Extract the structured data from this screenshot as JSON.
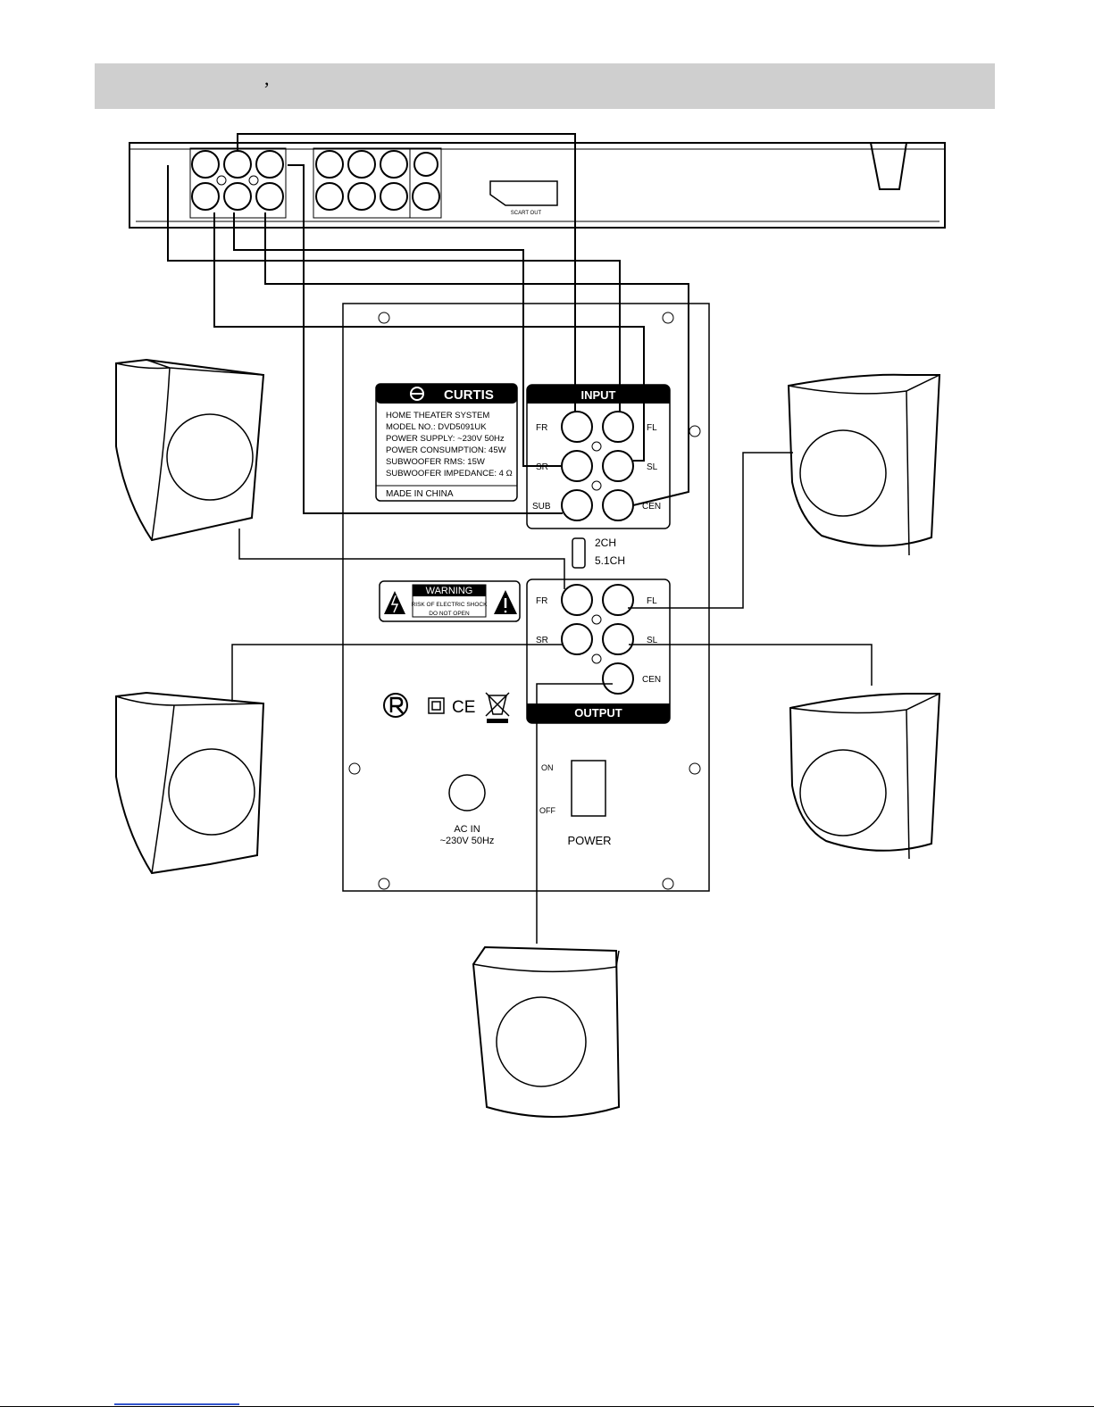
{
  "header": {
    "mark": ","
  },
  "dvd_player": {
    "scart_label": "SCART OUT"
  },
  "rating_label": {
    "brand": "CURTIS",
    "lines": [
      "HOME THEATER SYSTEM",
      "MODEL NO.: DVD5091UK",
      "POWER SUPPLY: ~230V 50Hz",
      "POWER CONSUMPTION: 45W",
      "SUBWOOFER RMS: 15W",
      "SUBWOOFER IMPEDANCE: 4 Ω"
    ],
    "origin": "MADE IN CHINA"
  },
  "input_panel": {
    "title": "INPUT",
    "labels": {
      "fr": "FR",
      "fl": "FL",
      "sr": "SR",
      "sl": "SL",
      "sub": "SUB",
      "cen": "CEN"
    }
  },
  "mode_switch": {
    "option_a": "2CH",
    "option_b": "5.1CH"
  },
  "warning": {
    "title": "WARNING",
    "line1": "RISK OF ELECTRIC SHOCK",
    "line2": "DO NOT OPEN"
  },
  "output_panel": {
    "title": "OUTPUT",
    "labels": {
      "fr": "FR",
      "fl": "FL",
      "sr": "SR",
      "sl": "SL",
      "cen": "CEN"
    }
  },
  "certifications": {
    "ce": "CE"
  },
  "power": {
    "ac_label": "AC  IN",
    "ac_spec": "~230V 50Hz",
    "on": "ON",
    "off": "OFF",
    "switch_label": "POWER"
  },
  "colors": {
    "ink": "#000000",
    "header_gray": "#cfcfcf",
    "paper": "#ffffff",
    "link_blue": "#3355cc"
  },
  "icons": [
    "lightning-warning-icon",
    "exclamation-warning-icon",
    "curtis-logo-icon",
    "r-mark-icon",
    "double-insulation-icon",
    "ce-mark-icon",
    "weee-bin-icon"
  ]
}
